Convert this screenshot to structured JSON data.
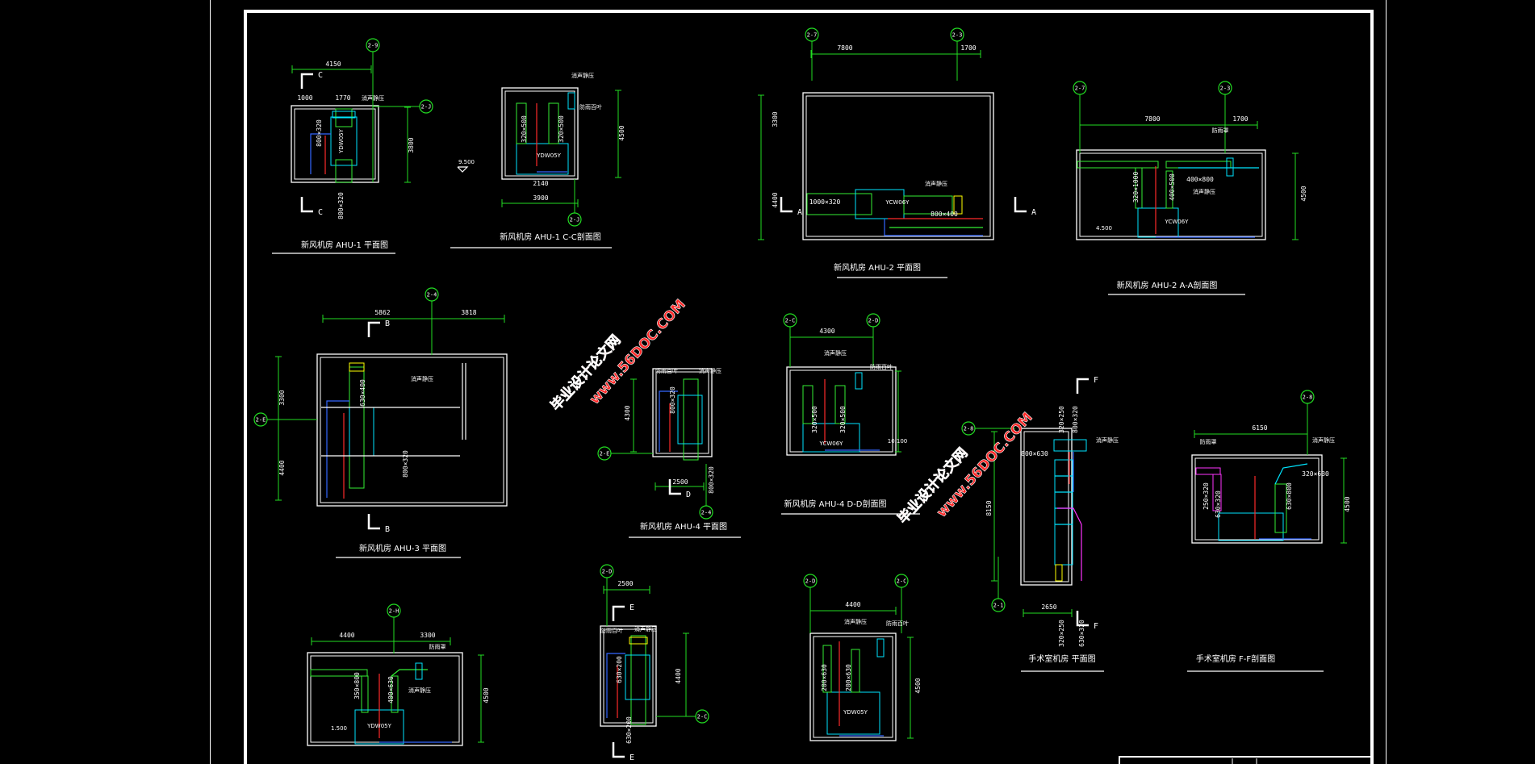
{
  "drawing": {
    "colors": {
      "background": "#000000",
      "wall": "#ffffff",
      "dimension": "#22dd22",
      "equipment": "#00e5ff",
      "supply": "#ff2a2a",
      "return": "#3366ff",
      "duct": "#33ee33",
      "accent": "#ffff00",
      "special": "#ff33ff"
    },
    "watermarks": [
      "毕业设计论文网",
      "www.56DOC.COM",
      "毕业设计论文网",
      "www.56DOC.COM"
    ],
    "views": [
      {
        "title": "新风机房 AHU-1 平面图",
        "bubbles": [
          "2-9",
          "2-J"
        ],
        "markers": [
          "C",
          "C"
        ],
        "dims": [
          "4150",
          "3800",
          "800×320",
          "800×320",
          "1000",
          "1770"
        ],
        "labels": [
          "消声静压",
          "YDW05Y"
        ]
      },
      {
        "title": "新风机房 AHU-1 C-C剖面图",
        "bubbles": [
          "2-J"
        ],
        "markers": [],
        "dims": [
          "3900",
          "4500",
          "2140",
          "320×500",
          "320×500"
        ],
        "labels": [
          "YDW05Y",
          "消声静压",
          "防雨百叶",
          "9.500"
        ]
      },
      {
        "title": "新风机房 AHU-2 平面图",
        "bubbles": [
          "2-7",
          "2-3"
        ],
        "markers": [
          "A",
          "A"
        ],
        "dims": [
          "7800",
          "1700",
          "3300",
          "4400",
          "1000×320",
          "800×400"
        ],
        "labels": [
          "YCW06Y",
          "消声静压"
        ]
      },
      {
        "title": "新风机房 AHU-2 A-A剖面图",
        "bubbles": [
          "2-7",
          "2-3"
        ],
        "markers": [],
        "dims": [
          "7800",
          "1700",
          "4500",
          "320×1000",
          "400×800",
          "400×500"
        ],
        "labels": [
          "YCW06Y",
          "消声静压",
          "防雨罩",
          "4.500"
        ]
      },
      {
        "title": "新风机房 AHU-3 平面图",
        "bubbles": [
          "2-4",
          "2-E"
        ],
        "markers": [
          "B",
          "B"
        ],
        "dims": [
          "5862",
          "3818",
          "3300",
          "4400",
          "630×400",
          "800×320"
        ],
        "labels": [
          "消声静压"
        ]
      },
      {
        "title": "新风机房 AHU-4 平面图",
        "bubbles": [
          "2-E",
          "2-4"
        ],
        "markers": [
          "D"
        ],
        "dims": [
          "4300",
          "2500",
          "800×320",
          "800×320"
        ],
        "labels": [
          "防雨百叶",
          "消声静压"
        ]
      },
      {
        "title": "新风机房 AHU-4 D-D剖面图",
        "bubbles": [
          "2-C",
          "2-D"
        ],
        "markers": [],
        "dims": [
          "4300",
          "320×500",
          "320×500"
        ],
        "labels": [
          "YCW06Y",
          "10.100",
          "消声静压",
          "防雨百叶"
        ]
      },
      {
        "title": "手术室机房 平面图",
        "bubbles": [
          "2-8",
          "2-1"
        ],
        "markers": [
          "F",
          "F"
        ],
        "dims": [
          "8150",
          "2650",
          "320×250",
          "800×320",
          "320×250",
          "630×320",
          "800×630"
        ],
        "labels": [
          "消声静压"
        ]
      },
      {
        "title": "手术室机房 F-F剖面图",
        "bubbles": [
          "2-8"
        ],
        "markers": [],
        "dims": [
          "6150",
          "4500",
          "250×320",
          "630×320",
          "630×800",
          "320×630"
        ],
        "labels": [
          "防雨罩",
          "消声静压"
        ]
      },
      {
        "title": "",
        "bubbles": [
          "2-H"
        ],
        "markers": [],
        "dims": [
          "4400",
          "3300",
          "4500",
          "350×800",
          "400×630"
        ],
        "labels": [
          "YDW05Y",
          "消声静压",
          "防雨罩",
          "1.500"
        ]
      },
      {
        "title": "",
        "bubbles": [
          "2-D",
          "2-C"
        ],
        "markers": [
          "E",
          "E"
        ],
        "dims": [
          "2500",
          "4400",
          "630×200",
          "630×200"
        ],
        "labels": [
          "防雨百叶",
          "消声静压"
        ]
      },
      {
        "title": "",
        "bubbles": [
          "2-D",
          "2-C"
        ],
        "markers": [],
        "dims": [
          "4400",
          "4500",
          "200×630",
          "200×630"
        ],
        "labels": [
          "YDW05Y",
          "消声静压",
          "防雨百叶"
        ]
      }
    ]
  }
}
